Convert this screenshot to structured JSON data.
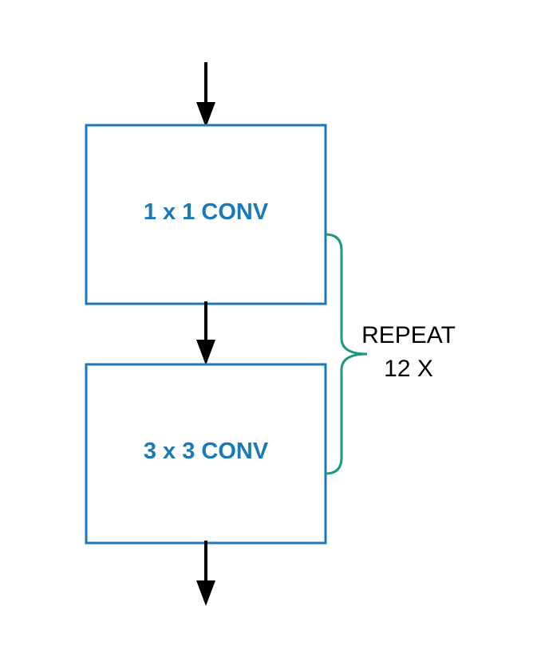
{
  "diagram": {
    "blocks": [
      {
        "label": "1 x 1 CONV"
      },
      {
        "label": "3 x 3 CONV"
      }
    ],
    "repeat": {
      "line1": "REPEAT",
      "line2": "12 X"
    },
    "colors": {
      "box_border": "#1a7ab8",
      "box_text": "#1a7ab8",
      "brace": "#1c9a80",
      "arrow": "#000000",
      "repeat_text": "#000000"
    }
  }
}
